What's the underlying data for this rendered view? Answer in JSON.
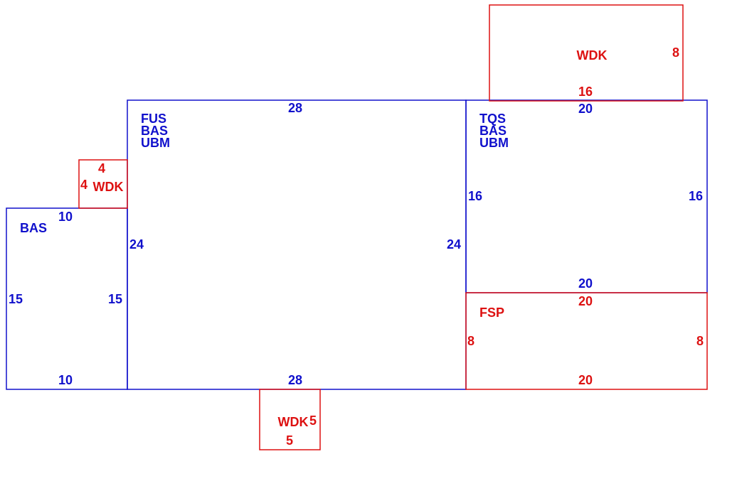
{
  "colors": {
    "living_area": "#1010cc",
    "exterior": "#dd1111",
    "background": "#ffffff"
  },
  "areas": {
    "main": {
      "codes": [
        "FUS",
        "BAS",
        "UBM"
      ],
      "dimensions": {
        "top": "28",
        "bottom": "28",
        "left": "24",
        "right": "24"
      }
    },
    "west_bas": {
      "code": "BAS",
      "dimensions": {
        "top": "10",
        "bottom": "10",
        "left": "15",
        "right": "15"
      }
    },
    "east_tqs": {
      "codes": [
        "TQS",
        "BAS",
        "UBM"
      ],
      "dimensions": {
        "top": "20",
        "bottom": "20",
        "left": "16",
        "right": "16"
      }
    },
    "fsp": {
      "code": "FSP",
      "dimensions": {
        "top": "20",
        "bottom": "20",
        "left": "8",
        "right": "8"
      }
    },
    "wdk_top": {
      "code": "WDK",
      "dimensions": {
        "bottom": "16",
        "right": "8"
      }
    },
    "wdk_small": {
      "code": "WDK",
      "dimensions": {
        "top": "4",
        "left": "4"
      }
    },
    "wdk_bottom": {
      "code": "WDK",
      "dimensions": {
        "right": "5",
        "bottom": "5"
      }
    }
  }
}
